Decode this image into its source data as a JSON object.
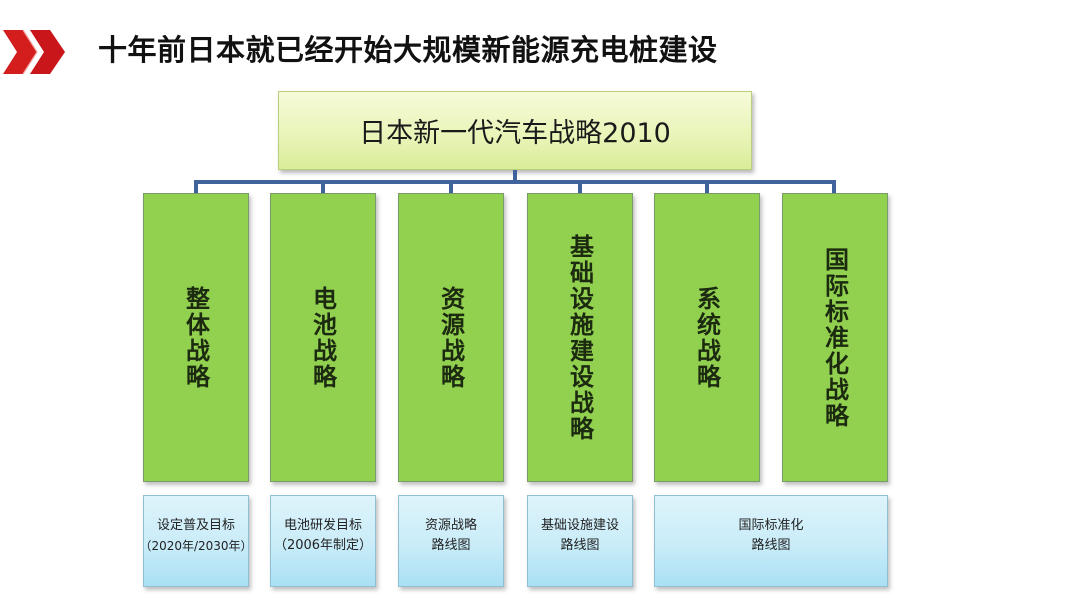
{
  "header": {
    "icon": "double-chevron-right-icon",
    "icon_color": "#d41e1e",
    "title": "十年前日本就已经开始大规模新能源充电桩建设"
  },
  "diagram": {
    "root": {
      "label": "日本新一代汽车战略2010",
      "fill": "#e8f4b6"
    },
    "connector_color": "#3f639a",
    "strategies": [
      {
        "label": "整体战略"
      },
      {
        "label": "电池战略"
      },
      {
        "label": "资源战略"
      },
      {
        "label": "基础设施建设战略"
      },
      {
        "label": "系统战略"
      },
      {
        "label": "国际标准化战略"
      }
    ],
    "strategy_fill": "#92d050",
    "roadmaps": [
      {
        "line1": "设定普及目标",
        "line2": "（2020年/2030年）"
      },
      {
        "line1": "电池研发目标",
        "line2": "（2006年制定）"
      },
      {
        "line1": "资源战略",
        "line2": "路线图"
      },
      {
        "line1": "基础设施建设",
        "line2": "路线图"
      },
      {
        "line1": "国际标准化",
        "line2": "路线图"
      }
    ],
    "roadmap_fill": "#c9ecf8"
  }
}
